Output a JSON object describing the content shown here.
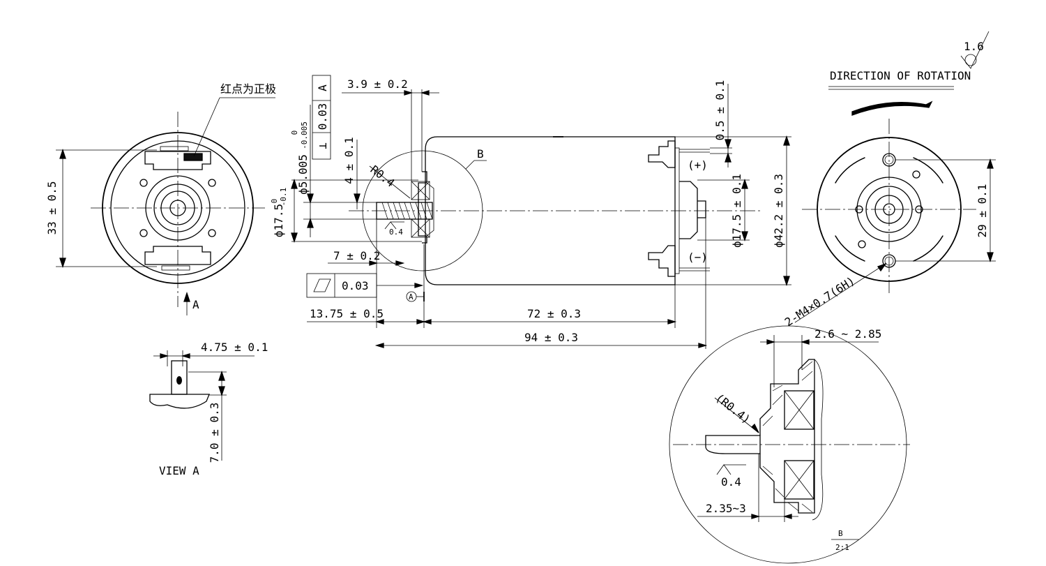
{
  "notes": {
    "red_dot_positive": "红点为正极",
    "direction_of_rotation": "DIRECTION OF ROTATION",
    "view_a": "VIEW A",
    "view_arrow_label": "A",
    "detail_label": "B",
    "detail_label_main": "B",
    "detail_scale": "2:1",
    "plus_terminal": "(+)",
    "minus_terminal": "(−)",
    "datum_label": "A"
  },
  "surface_finish": {
    "general": "1.6",
    "local": "0.4",
    "local_detail": "0.4"
  },
  "tolerance_frames": {
    "perpendicularity": {
      "symbol": "⊥",
      "value": "0.03",
      "datum": "A"
    },
    "flatness": {
      "symbol": "▱",
      "value": "0.03"
    }
  },
  "dimensions": {
    "front_height": "33 ± 0.5",
    "flange_3_9": "3.9 ± 0.2",
    "shaft_dia": "ϕ5.005",
    "shaft_dia_tol_upper": "0",
    "shaft_dia_tol_lower": "-0.005",
    "boss_4": "4 ± 0.1",
    "radius_main": "R0.4",
    "boss_dia": "ϕ17.5",
    "boss_dia_tol_upper": "0",
    "boss_dia_tol_lower": "-0.1",
    "dim_7": "7 ± 0.2",
    "shaft_len": "13.75 ± 0.5",
    "body_len": "72 ± 0.3",
    "total_len": "94 ± 0.3",
    "gap_0_5": "0.5 ± 0.1",
    "rear_boss": "ϕ17.5 ± 0.1",
    "body_dia": "ϕ42.2 ± 0.3",
    "hole_spacing": "29 ± 0.1",
    "thread_holes": "2-M4×0.7(6H)",
    "view_a_width": "4.75 ± 0.1",
    "view_a_height": "7.0 ± 0.3",
    "detail_2_6": "2.6 ~ 2.85",
    "detail_radius": "(R0.4)",
    "detail_2_35": "2.35~3"
  }
}
